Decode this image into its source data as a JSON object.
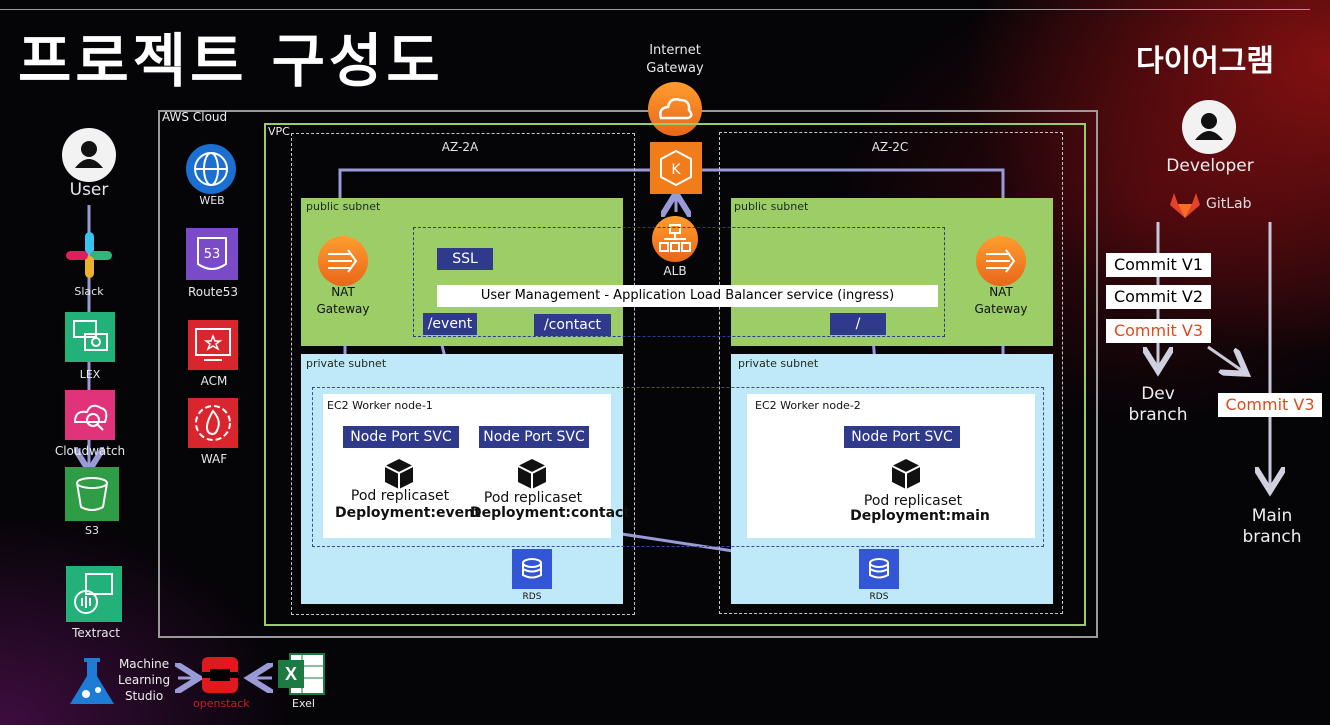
{
  "page": {
    "title": "프로젝트 구성도",
    "subtitle": "다이어그램"
  },
  "left_column": {
    "user": "User",
    "slack": "Slack",
    "lex": "LEX",
    "cloudwatch": "Cloudwatch",
    "s3": "S3",
    "textract": "Textract",
    "ml_studio": "Machine\nLearning\nStudio",
    "openstack": "openstack",
    "excel": "Exel"
  },
  "aws": {
    "cloud_label": "AWS Cloud",
    "vpc_label": "VPC",
    "services": {
      "web": "WEB",
      "route53": "Route53",
      "acm": "ACM",
      "waf": "WAF"
    },
    "internet_gateway": "Internet\nGateway",
    "alb": "ALB",
    "az_a": "AZ-2A",
    "az_c": "AZ-2C",
    "public_subnet": "public subnet",
    "private_subnet": "private subnet",
    "nat_gateway": "NAT\nGateway",
    "ssl": "SSL",
    "ingress": "User Management - Application Load Balancer service (ingress)",
    "routes": {
      "event": "/event",
      "contact": "/contact",
      "root": "/"
    },
    "worker1": "EC2 Worker node-1",
    "worker2": "EC2 Worker node-2",
    "node_port_svc": "Node Port SVC",
    "pod_replicaset": "Pod replicaset",
    "deploy_event": "Deployment:event",
    "deploy_contact": "Deployment:contact",
    "deploy_main": "Deployment:main",
    "rds": "RDS"
  },
  "git": {
    "developer": "Developer",
    "gitlab": "GitLab",
    "commits": [
      "Commit V1",
      "Commit V2",
      "Commit V3"
    ],
    "commit_v3_main": "Commit V3",
    "dev_branch": "Dev\nbranch",
    "main_branch": "Main\nbranch"
  },
  "colors": {
    "arrow": "#9a9ad6",
    "public_subnet": "#9ccd67",
    "private_subnet": "#bfe8f8",
    "svc_box": "#2f3a8c",
    "commit_red": "#e04a1e"
  }
}
